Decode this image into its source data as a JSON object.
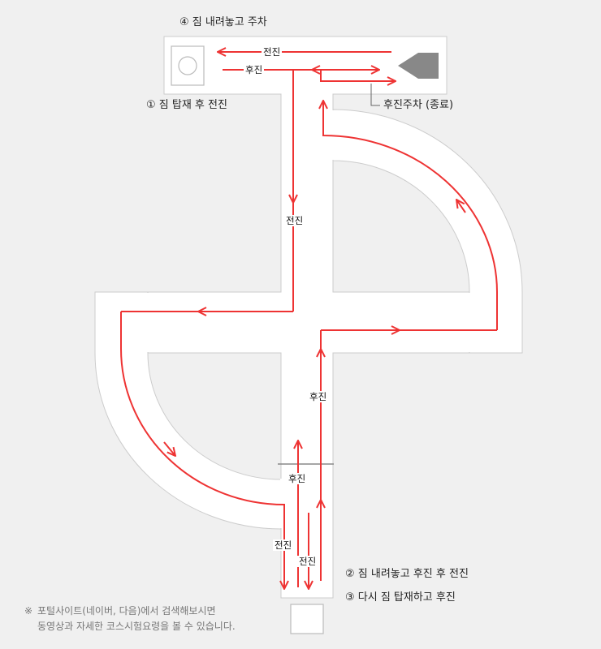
{
  "steps": {
    "step4": "④ 짐 내려놓고 주차",
    "step1": "① 짐 탑재 후 전진",
    "end": "후진주차 (종료)",
    "step2": "② 짐 내려놓고 후진 후 전진",
    "step3": "③ 다시 짐 탑재하고 후진"
  },
  "routes": {
    "top_forward": "전진",
    "top_reverse": "후진",
    "vertical_forward": "전진",
    "lower_reverse": "후진",
    "bottom_reverse": "후진",
    "bottom_forward_left": "전진",
    "bottom_forward_mid": "전진"
  },
  "note": {
    "mark": "※",
    "line1": "포털사이트(네이버, 다음)에서 검색해보시면",
    "line2": "동영상과 자세한 코스시험요령을 볼 수 있습니다."
  },
  "colors": {
    "route": "#ee3333",
    "track": "#ffffff",
    "border": "#cccccc",
    "background": "#f0f0f0"
  }
}
